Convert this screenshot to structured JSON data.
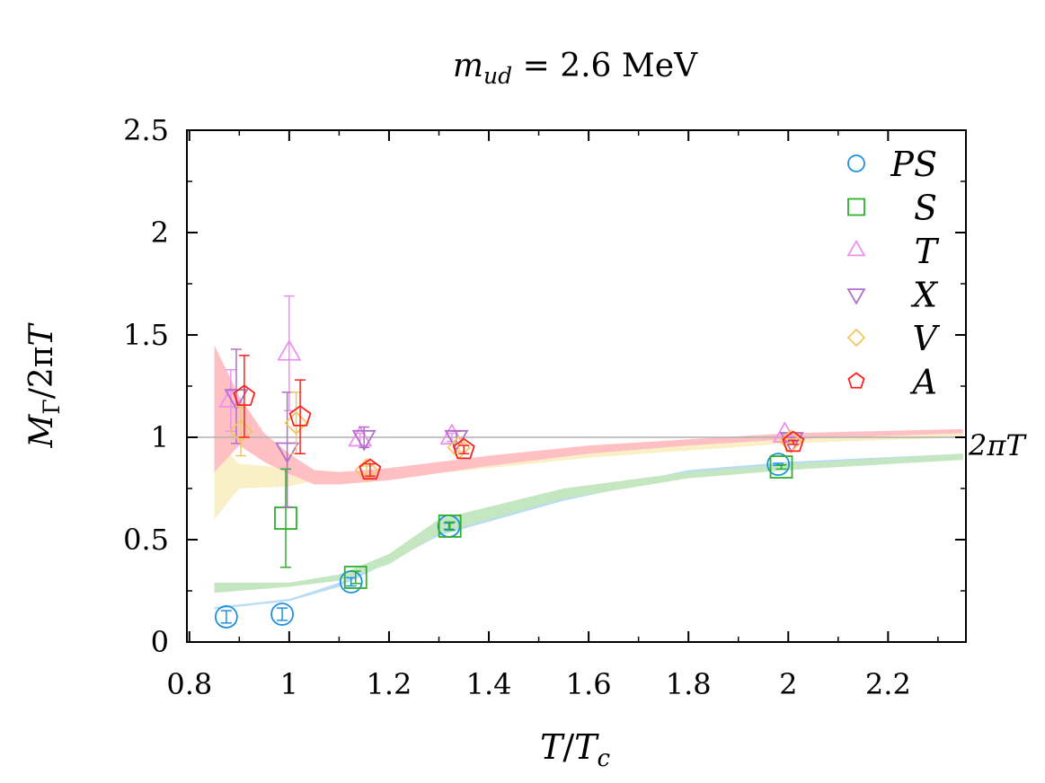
{
  "chart_data": {
    "type": "scatter",
    "title": {
      "m": "m",
      "sub": "ud",
      "rest": " = 2.6 MeV"
    },
    "xlabel": {
      "a": "T",
      "slash": "/",
      "b": "T",
      "sub": "c"
    },
    "ylabel": {
      "a": "M",
      "sub": "Γ",
      "rest": "/2π",
      "b": "T"
    },
    "xlim": [
      0.795,
      2.356
    ],
    "ylim": [
      0,
      2.5
    ],
    "xticks": [
      0.8,
      1,
      1.2,
      1.4,
      1.6,
      1.8,
      2,
      2.2
    ],
    "xtick_labels": [
      "0.8",
      "1",
      "1.2",
      "1.4",
      "1.6",
      "1.8",
      "2",
      "2.2"
    ],
    "yticks": [
      0,
      0.5,
      1,
      1.5,
      2,
      2.5
    ],
    "ytick_labels": [
      "0",
      "0.5",
      "1",
      "1.5",
      "2",
      "2.5"
    ],
    "reference_line": {
      "y": 1,
      "label": "2πT",
      "color": "#b0b0b0"
    },
    "legend_position": "top-right",
    "series": [
      {
        "name": "PS",
        "marker": "circle",
        "color": "#1e90e0",
        "points": [
          [
            0.874,
            0.123,
            0.03
          ],
          [
            0.986,
            0.136,
            0.03
          ],
          [
            1.124,
            0.294,
            0.02
          ],
          [
            1.32,
            0.566,
            0.015
          ],
          [
            1.98,
            0.868,
            0.005
          ]
        ]
      },
      {
        "name": "S",
        "marker": "square",
        "color": "#2db02d",
        "points": [
          [
            0.993,
            0.605,
            0.24
          ],
          [
            1.133,
            0.316,
            0.03
          ],
          [
            1.322,
            0.566,
            0.02
          ],
          [
            1.986,
            0.855,
            0.01
          ]
        ]
      },
      {
        "name": "T",
        "marker": "triangle-up",
        "color": "#ee90ee",
        "points": [
          [
            0.883,
            1.18,
            0.15
          ],
          [
            1.0,
            1.41,
            0.28
          ],
          [
            1.142,
            0.99,
            0.03
          ],
          [
            1.326,
            1.0,
            0.02
          ],
          [
            1.993,
            1.01,
            0.01
          ]
        ]
      },
      {
        "name": "X",
        "marker": "triangle-down",
        "color": "#b070c8",
        "points": [
          [
            0.894,
            1.2,
            0.23
          ],
          [
            0.996,
            0.94,
            0.28
          ],
          [
            1.15,
            1.0,
            0.05
          ],
          [
            1.335,
            1.0,
            0.03
          ],
          [
            2.007,
            0.99,
            0.01
          ]
        ]
      },
      {
        "name": "V",
        "marker": "diamond",
        "color": "#f0c860",
        "points": [
          [
            0.903,
            1.03,
            0.12
          ],
          [
            1.014,
            1.07,
            0.15
          ],
          [
            1.155,
            0.84,
            0.02
          ],
          [
            1.34,
            0.95,
            0.02
          ],
          [
            2.005,
            0.98,
            0.01
          ]
        ]
      },
      {
        "name": "A",
        "marker": "pentagon",
        "color": "#ff2020",
        "points": [
          [
            0.91,
            1.2,
            0.2
          ],
          [
            1.022,
            1.1,
            0.18
          ],
          [
            1.162,
            0.84,
            0.03
          ],
          [
            1.35,
            0.94,
            0.02
          ],
          [
            2.01,
            0.975,
            0.01
          ]
        ]
      }
    ],
    "bands": [
      {
        "name": "V-band",
        "color": "#faf0c8",
        "x": [
          0.85,
          0.9,
          1.0,
          1.05,
          1.2,
          1.4,
          1.6,
          2.0,
          2.35
        ],
        "lower": [
          0.6,
          0.75,
          0.76,
          0.79,
          0.8,
          0.85,
          0.9,
          0.97,
          1.0
        ],
        "upper": [
          1.0,
          0.87,
          0.85,
          0.83,
          0.84,
          0.88,
          0.93,
          1.0,
          1.02
        ]
      },
      {
        "name": "A-band",
        "color": "#ffc0c4",
        "x": [
          0.85,
          0.9,
          0.95,
          1.0,
          1.05,
          1.1,
          1.2,
          1.4,
          1.6,
          1.8,
          2.0,
          2.35
        ],
        "lower": [
          0.83,
          0.96,
          0.88,
          0.82,
          0.77,
          0.77,
          0.79,
          0.86,
          0.92,
          0.96,
          0.99,
          1.02
        ],
        "upper": [
          1.45,
          1.2,
          1.02,
          0.92,
          0.84,
          0.83,
          0.85,
          0.91,
          0.96,
          0.99,
          1.02,
          1.04
        ]
      },
      {
        "name": "PS-band",
        "color": "#b8dcf4",
        "x": [
          0.85,
          1.0,
          1.1,
          1.2,
          1.3,
          1.55,
          1.8,
          2.0,
          2.35
        ],
        "lower": [
          0.16,
          0.2,
          0.27,
          0.39,
          0.52,
          0.69,
          0.82,
          0.86,
          0.9
        ],
        "upper": [
          0.17,
          0.21,
          0.29,
          0.41,
          0.54,
          0.71,
          0.84,
          0.88,
          0.92
        ]
      },
      {
        "name": "S-band",
        "color": "#c4e6c0",
        "x": [
          0.85,
          1.0,
          1.1,
          1.2,
          1.3,
          1.55,
          1.8,
          2.0,
          2.35
        ],
        "lower": [
          0.24,
          0.27,
          0.3,
          0.38,
          0.53,
          0.7,
          0.8,
          0.84,
          0.89
        ],
        "upper": [
          0.29,
          0.29,
          0.33,
          0.43,
          0.6,
          0.75,
          0.83,
          0.87,
          0.92
        ]
      }
    ]
  }
}
